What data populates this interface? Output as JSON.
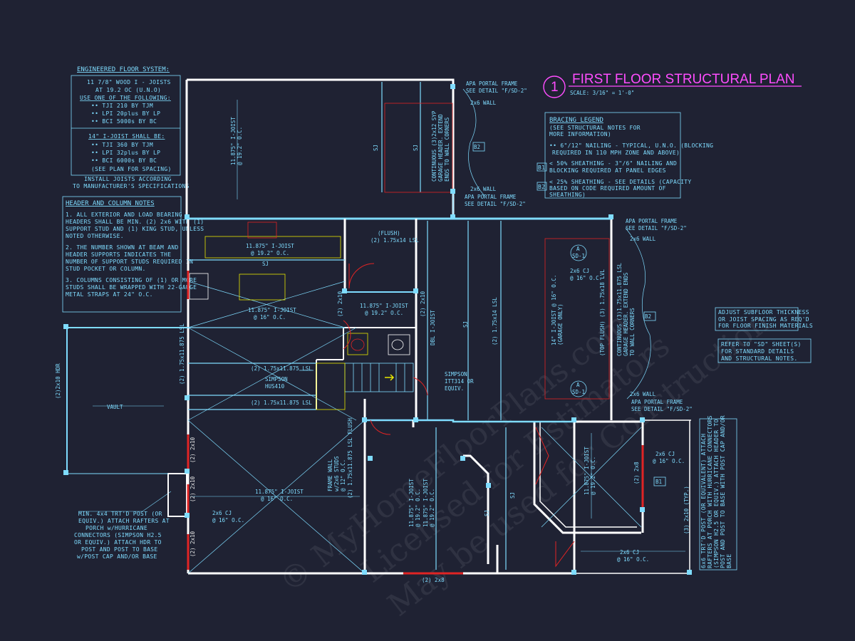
{
  "title": {
    "number": "1",
    "text": "FIRST FLOOR STRUCTURAL PLAN",
    "scale": "SCALE: 3/16\" = 1'-0\""
  },
  "engineered_floor": {
    "heading": "ENGINEERED FLOOR SYSTEM:",
    "lines": [
      "11 7/8\" WOOD I - JOISTS",
      "AT 19.2 OC (U.N.O)",
      "USE ONE OF THE FOLLOWING:",
      "••   TJI 210 BY TJM",
      "••   LPI 20plus BY LP",
      "••   BCI 5000s BY BC"
    ],
    "sub_heading": "14\" I-JOIST SHALL BE:",
    "sub_lines": [
      "••   TJI 360 BY TJM",
      "••   LPI 32plus BY LP",
      "••   BCI 6000s BY BC",
      "(SEE PLAN FOR SPACING)"
    ],
    "footer": [
      "INSTALL JOISTS ACCORDING",
      "TO MANUFACTURER'S SPECIFICATIONS"
    ]
  },
  "header_notes": {
    "heading": "HEADER AND COLUMN NOTES",
    "lines": [
      "1. ALL EXTERIOR AND LOAD BEARING",
      "HEADERS SHALL BE MIN. (2) 2x6 WITH (1)",
      "SUPPORT STUD AND (1) KING STUD, UNLESS",
      "NOTED OTHERWISE.",
      "",
      "2. THE NUMBER SHOWN AT BEAM AND",
      "HEADER SUPPORTS INDICATES THE",
      "NUMBER OF SUPPORT STUDS REQUIRED IN",
      "STUD POCKET OR COLUMN.",
      "",
      "3. COLUMNS CONSISTING OF (1) OR MORE",
      "STUDS SHALL BE WRAPPED WITH 22-GAUGE",
      "METAL STRAPS AT 24\" O.C."
    ]
  },
  "bracing_legend": {
    "heading": "BRACING LEGEND",
    "lines": [
      "(SEE STRUCTURAL NOTES FOR",
      "MORE INFORMATION)"
    ],
    "typical": [
      "•• 6\"/12\" NAILING - TYPICAL, U.N.O. (BLOCKING",
      "REQUIRED IN 110 MPH ZONE AND ABOVE)"
    ],
    "b1_tag": "B1",
    "b1": [
      "< 50% SHEATHING - 3\"/6\" NAILING AND",
      "BLOCKING REQUIRED AT PANEL EDGES"
    ],
    "b2_tag": "B2",
    "b2": [
      "< 25% SHEATHING - SEE DETAILS (CAPACITY",
      "BASED ON CODE REQUIRED AMOUNT OF",
      "SHEATHING)"
    ]
  },
  "right_notes": {
    "subfloor": [
      "ADJUST SUBFLOOR THICKNESS",
      "OR JOIST SPACING AS REQ'D",
      "FOR FLOOR FINISH MATERIALS"
    ],
    "refer": [
      "REFER TO \"SD\" SHEET(S)",
      "FOR STANDARD DETAILS",
      "AND STRUCTURAL NOTES."
    ]
  },
  "porch_note": [
    "MIN. 4x4 TRT'D POST (OR",
    "EQUIV.) ATTACH RAFTERS AT",
    "PORCH w/HURRICANE",
    "CONNECTORS (SIMPSON H2.5",
    "OR EQUIV.) ATTACH HDR TO",
    "POST AND POST TO BASE",
    "w/POST CAP AND/OR BASE"
  ],
  "right_post_note": [
    "6x6 TRT'D POST (OR EQUIVALENT) ATTACH",
    "RAFTERS AT PORCH WITH HURRICANE CONNECTORS",
    "(SIMPSON H2.5 OR EQUIV.) ATTACH HEADER TO",
    "POST AND POST TO BASE WITH POST CAP AND/OR",
    "BASE"
  ],
  "callouts": {
    "apa1": [
      "APA PORTAL FRAME",
      "SEE DETAIL \"F/SD-2\""
    ],
    "wall_2x6": "2x6 WALL",
    "apa2": [
      "APA PORTAL FRAME",
      "SEE DETAIL \"F/SD-2\""
    ],
    "apa3": [
      "APA PORTAL FRAME",
      "SEE DETAIL \"F/SD-2\""
    ],
    "apa4": [
      "APA PORTAL FRAME",
      "SEE DETAIL \"F/SD-2\""
    ],
    "garage_header": [
      "CONTINUOUS (3)2x12 SYP",
      "GARAGE HEADER. EXTEND",
      "ENDS TO WALL CORNERS"
    ],
    "right_header": [
      "CONTINUOUS (3)1.75x11.875 LSL",
      "GARAGE HEADER. EXTEND ENDS",
      "TO WALL CORNERS"
    ],
    "garage_joist": [
      "14\" I-JOIST @ 16\" O.C.",
      "(GARAGE ONLY)"
    ],
    "top_flush": "(TOP FLUSH) (3) 1.75x18 LVL",
    "simpson_itt": [
      "SIMPSON",
      "ITT314 OR",
      "EQUIV."
    ],
    "simpson_hu": [
      "SIMPSON",
      "HUS410"
    ],
    "frame_wall": [
      "FRAME WALL",
      "w/2x6 STUDS",
      "@ 12\" O.C."
    ],
    "flush": [
      "(FLUSH)",
      "(2) 1.75x14 LSL"
    ],
    "vault": "VAULT",
    "porch_hdr": "(2)2x10 HDR",
    "cj_2x6": [
      "2x6 CJ",
      "@ 16\" O.C."
    ],
    "cj_2x6_b": [
      "2x6 CJ",
      "@ 16\" O.C."
    ],
    "cj_2x6_c": [
      "2x6 CJ",
      "@ 16\" O.C."
    ],
    "cj_2x6_d": [
      "2x6 CJ",
      "@ 16\" O.C."
    ],
    "ij_top": [
      "11.875\" I-JOIST",
      "@ 19.2\" O.C."
    ],
    "ij_kitchen": [
      "11.875\" I-JOIST",
      "@ 19.2\" O.C."
    ],
    "ij_mid": [
      "11.875\" I-JOIST",
      "@ 16\" O.C."
    ],
    "ij_small": [
      "11.875\" I-JOIST",
      "@ 19.2\" O.C."
    ],
    "ij_lower": [
      "11.875\" I-JOIST",
      "@ 16\" O.C."
    ],
    "ij_ent1": [
      "11.875\" I-JOIST",
      "@ 19.2\" O.C."
    ],
    "ij_ent2": [
      "11.875\" I-JOIST",
      "@ 19.2\" O.C."
    ],
    "ij_br": [
      "11.875\" I-JOIST",
      "@ 19.2\" O.C."
    ],
    "dbl_ijoist": "DBL I-JOIST",
    "lsl_1": "(2) 1.75x14 LSL",
    "lsl_2": "(2) 1.75x11.875 LSL",
    "lsl_3": "(2) 1.75x11.875 LSL",
    "lsl_4": "(2) 1.75x11.875 LSL",
    "lsl_5": "(2) 1.75x11.875 LSL FLUSH",
    "hdr_2x8_bottom": "(2) 2x8",
    "hdr_2x10": "(2) 2x10",
    "hdr_2x8_right": "(2) 2x8",
    "hdr_3x10": "(3) 2x10 (TYP.)",
    "sj": "SJ",
    "sd1": "SD-1",
    "sd_a": "A",
    "b1": "B1",
    "b2": "B2"
  },
  "watermark": [
    "© MyHomeFloorPlans.com",
    "Licensed for Estimators",
    "May be used for Construction"
  ],
  "colors": {
    "background": "#1f2233",
    "cyan": "#7fdcff",
    "wall": "#ffffff",
    "title": "#ff4dff",
    "red": "#e02424",
    "yellow": "#e6e600"
  }
}
